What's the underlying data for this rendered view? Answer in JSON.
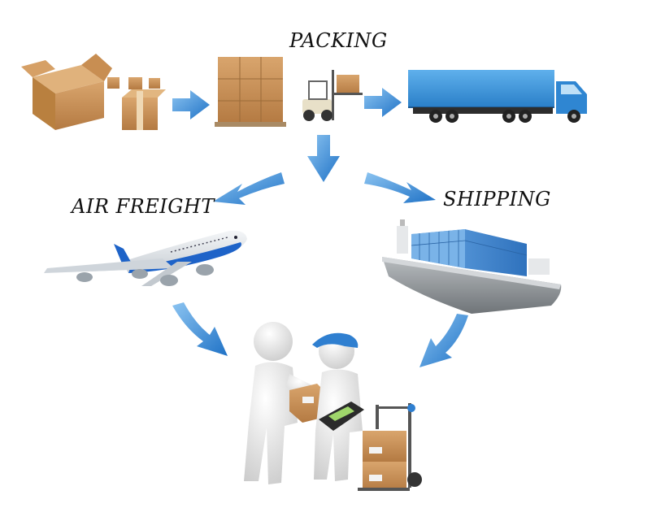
{
  "labels": {
    "packing": "PACKING",
    "air_freight": "AIR FREIGHT",
    "shipping": "SHIPPING"
  },
  "colors": {
    "arrow_blue": "#2f87d8",
    "box_brown": "#c9925a",
    "truck_blue": "#3a95dc",
    "plane_blue": "#1e63c8",
    "ship_gray": "#8a8f93",
    "container_blue": "#4b8fd6",
    "figure_white": "#e9e9e9",
    "cap_blue": "#2f7fd0"
  },
  "icons": {
    "boxes": "cardboard-boxes-icon",
    "pallet": "pallet-boxes-icon",
    "forklift": "forklift-icon",
    "truck": "container-truck-icon",
    "plane": "cargo-plane-icon",
    "ship": "container-ship-icon",
    "delivery": "delivery-handover-icon"
  }
}
